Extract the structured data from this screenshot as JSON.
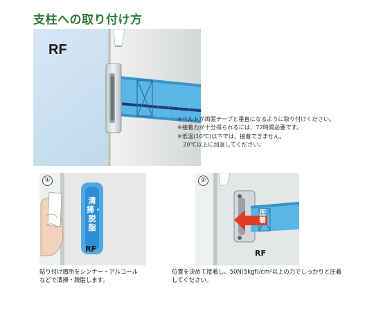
{
  "title": "支柱への取り付け方",
  "main_panel": {
    "label": "RF"
  },
  "notes": [
    "※ベルトが両面テープと垂直になるように取り付けください。",
    "※接着力が十分得られるには、72時間必要です。",
    "※低温(10℃)以下では、接着できません。",
    "　20℃以上に加温してください。"
  ],
  "step1": {
    "number": "①",
    "badge_text": "清掃・脱脂",
    "label": "RF",
    "caption": [
      "貼り付け箇所をシンナー・アルコール",
      "などで清掃・脱脂します。"
    ]
  },
  "step2": {
    "number": "②",
    "arrow_text": "圧着",
    "label": "RF",
    "caption": [
      "位置を決めて接着し、50N(5kgf)/cm²以上の力でしっかりと圧着",
      "してください。"
    ]
  },
  "colors": {
    "title_green": "#2a7a3a",
    "belt_blue": "#5bb6e8",
    "arrow_red": "#e03b24",
    "wall_blue": "#c9dff0"
  }
}
